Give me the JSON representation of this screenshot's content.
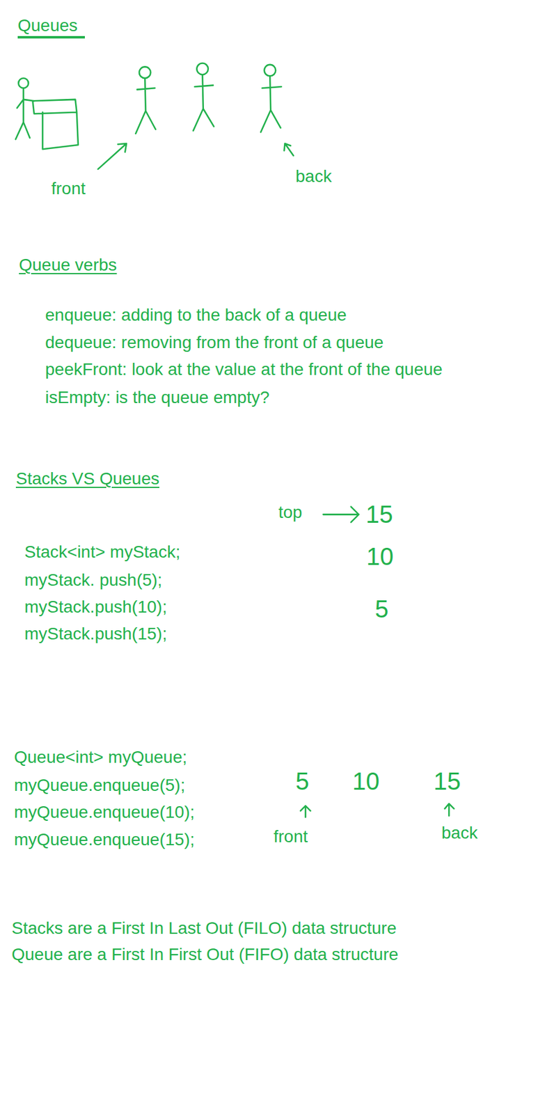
{
  "diagram": {
    "title": "Queues",
    "labels": [
      "front",
      "back",
      "Queue verbs",
      "enqueue: adding to the back of a queue",
      "dequeue: removing from the front of a queue",
      "peekFront: look at the value at the front of the queue",
      "isEmpty: is the queue empty?",
      "Stacks VS Queues",
      "top",
      "15",
      "10",
      "5",
      "Stack<int> myStack;",
      "myStack. push(5);",
      "myStack.push(10);",
      "myStack.push(15);",
      "Queue<int> myQueue;",
      "myQueue.enqueue(5);",
      "myQueue.enqueue(10);",
      "myQueue.enqueue(15);",
      "5",
      "10",
      "15",
      "front",
      "back",
      "Stacks are a First In Last Out (FILO) data structure",
      "Queue are a First In First Out (FIFO) data structure"
    ]
  }
}
